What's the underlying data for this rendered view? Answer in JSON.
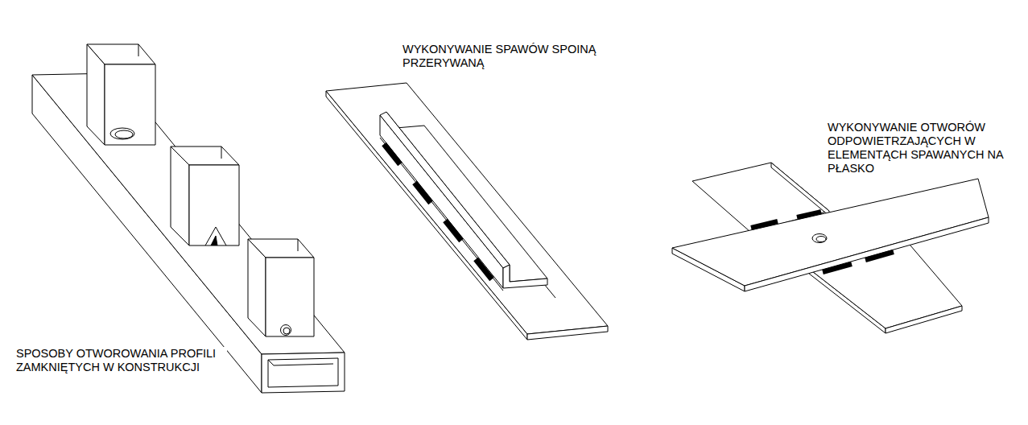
{
  "diagram": {
    "labels": [
      "SPOSOBY OTWOROWANIA PROFILI ZAMKNIĘTYCH W KONSTRUKCJI",
      "WYKONYWANIE SPAWÓW SPOINĄ PRZERYWANĄ",
      "WYKONYWANIE OTWORÓW ODPOWIETRZAJĄCYCH W ELEMENTĄCH SPAWANYCH NA PŁASKO"
    ]
  }
}
